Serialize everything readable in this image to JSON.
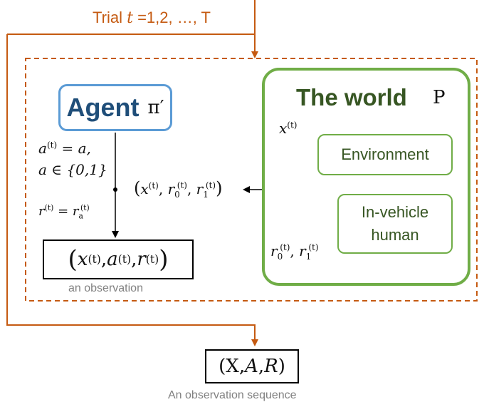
{
  "trial": {
    "label": "Trial",
    "var": "t",
    "rest": "=1,2, …, T"
  },
  "agent": {
    "title": "Agent",
    "policy": "π′"
  },
  "world": {
    "title": "The world",
    "model": "P",
    "env_label": "Environment",
    "human_line1": "In-vehicle",
    "human_line2": "human"
  },
  "agent_side": {
    "a": "a",
    "sup_t": "(t)",
    "eq_a": "= a,",
    "a_set": "a ∈ {0,1}",
    "r": "r",
    "eq_r": "= r",
    "r_sub": "a"
  },
  "feedback": {
    "x": "x",
    "r": "r",
    "sub0": "0",
    "sub1": "1",
    "sup_t": "(t)"
  },
  "observation": {
    "caption": "an observation"
  },
  "sequence": {
    "X": "X",
    "A": "A",
    "R": "R",
    "caption": "An observation sequence"
  },
  "colors": {
    "orange": "#c55a11",
    "blue": "#5b9bd5",
    "green": "#70ad47",
    "dark_green": "#375623",
    "dark_blue": "#1f4e79"
  }
}
